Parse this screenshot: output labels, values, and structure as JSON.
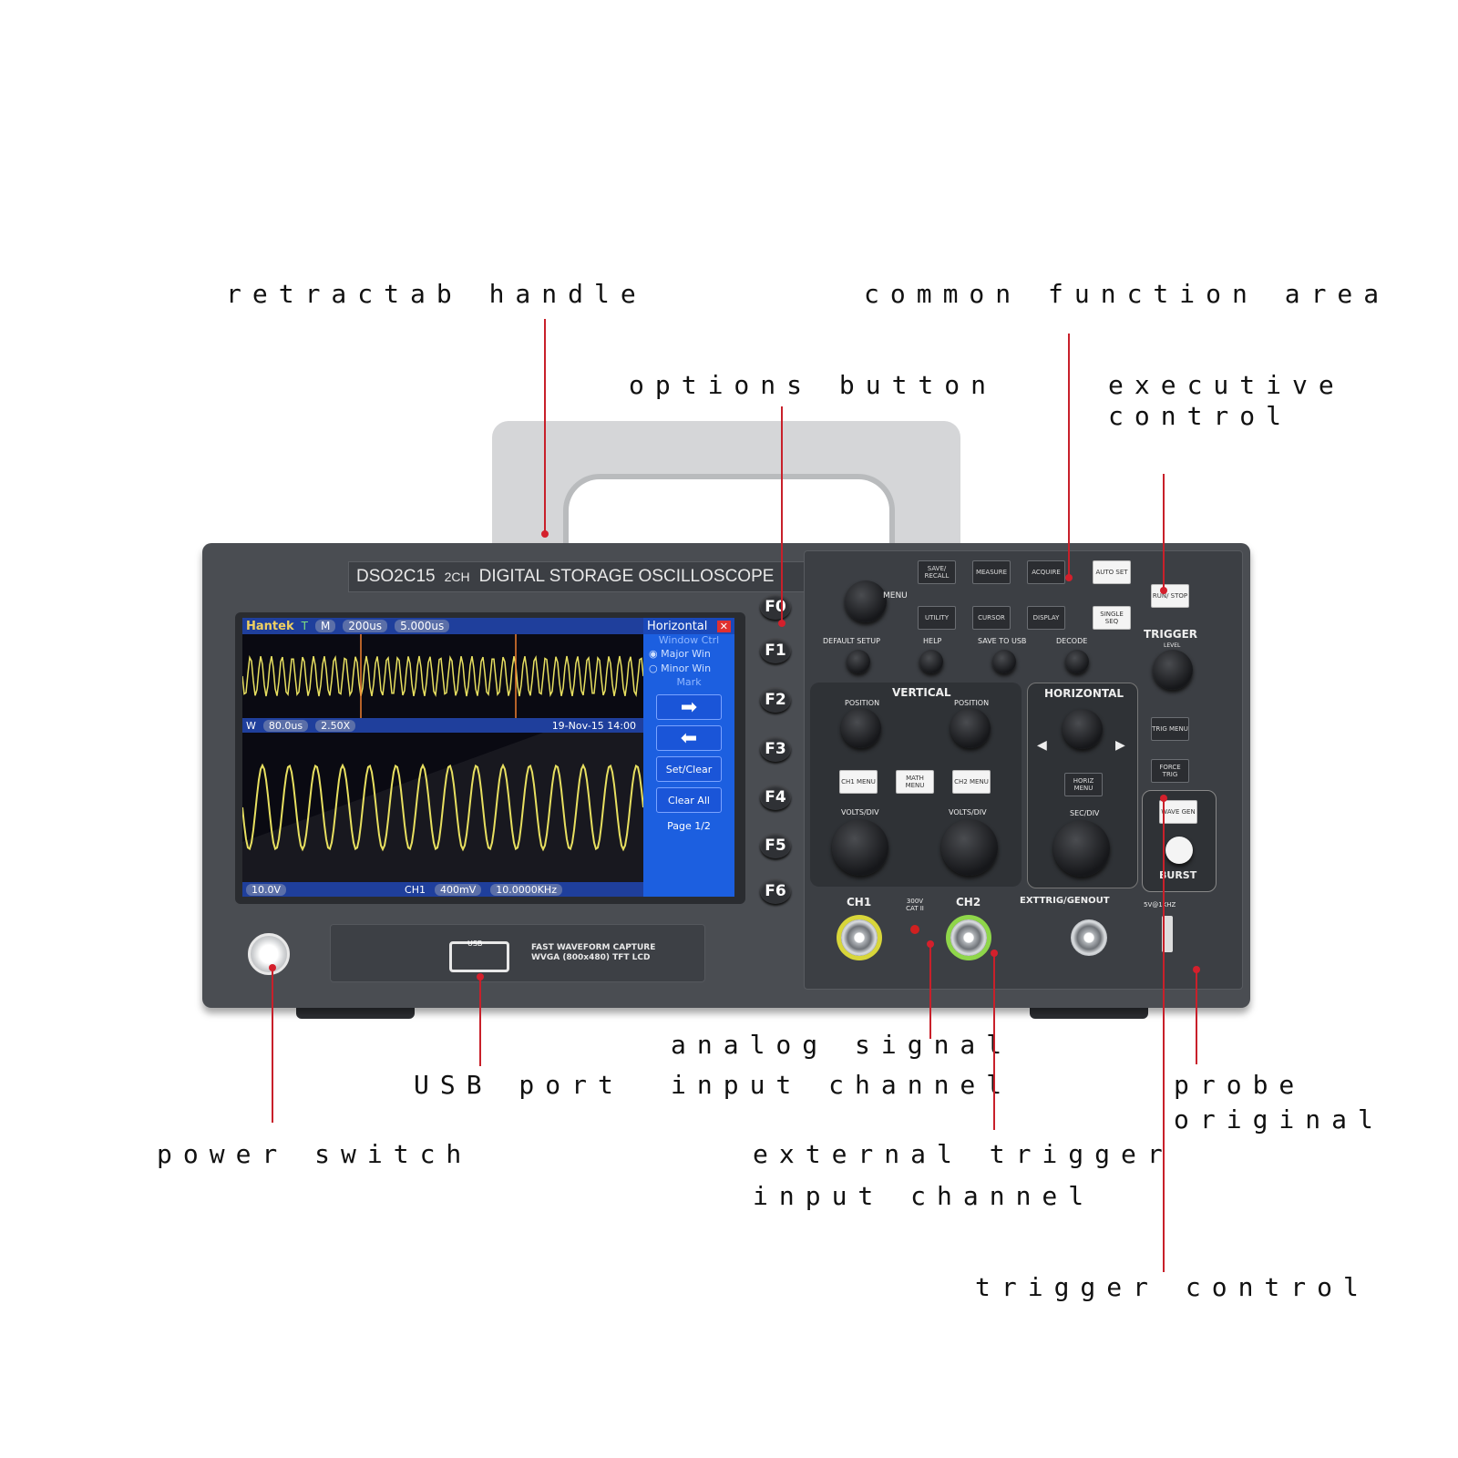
{
  "callouts": {
    "retract_handle": "retractab handle",
    "common_function_area": "common function area",
    "options_button": "options button",
    "executive_control_1": "executive",
    "executive_control_2": "control",
    "analog_1": "analog signal",
    "analog_2": "input channel",
    "usb_port": "USB port",
    "power_switch": "power switch",
    "external_1": "external trigger",
    "external_2": "input channel",
    "probe_1": "probe",
    "probe_2": "original",
    "trigger_control": "trigger control"
  },
  "device": {
    "model": "DSO2C15",
    "channels": "2CH",
    "description": "DIGITAL STORAGE OSCILLOSCOPE",
    "lower_text_1": "FAST WAVEFORM CAPTURE",
    "lower_text_2": "WVGA (800x480) TFT LCD",
    "usb_label": "USB"
  },
  "screen": {
    "brand": "Hantek",
    "trig_T": "T",
    "m_label": "M",
    "timebase": "200us",
    "trig_delay": "5.000us",
    "window_label": "W",
    "window_time": "80.0us",
    "zoom": "2.50X",
    "datetime": "19-Nov-15 14:00",
    "ch_scale": "10.0V",
    "ch1_label": "CH1",
    "trig_level": "400mV",
    "frequency": "10.0000KHz",
    "menu": {
      "title": "Horizontal",
      "window_ctrl": "Window Ctrl",
      "major_win": "Major Win",
      "minor_win": "Minor Win",
      "mark": "Mark",
      "set_clear": "Set/Clear",
      "clear_all": "Clear All",
      "page": "Page 1/2"
    }
  },
  "fkeys": [
    "F0",
    "F1",
    "F2",
    "F3",
    "F4",
    "F5",
    "F6"
  ],
  "panel": {
    "menu": "MENU",
    "save_recall": "SAVE/ RECALL",
    "measure": "MEASURE",
    "acquire": "ACQUIRE",
    "utility": "UTILITY",
    "cursor": "CURSOR",
    "display": "DISPLAY",
    "auto_set": "AUTO SET",
    "run_stop": "RUN/ STOP",
    "single_seq": "SINGLE SEQ",
    "default_setup": "DEFAULT SETUP",
    "help": "HELP",
    "save_to_usb": "SAVE TO USB",
    "decode": "DECODE",
    "vertical": "VERTICAL",
    "horizontal": "HORIZONTAL",
    "trigger": "TRIGGER",
    "level": "LEVEL",
    "position": "POSITION",
    "ch1_menu": "CH1 MENU",
    "math_menu": "MATH MENU",
    "ch2_menu": "CH2 MENU",
    "horiz_menu": "HORIZ MENU",
    "volts_div": "VOLTS/DIV",
    "sec_div": "SEC/DIV",
    "trig_menu": "TRIG MENU",
    "force_trig": "FORCE TRIG",
    "wave_gen": "WAVE GEN",
    "burst": "BURST",
    "ch1": "CH1",
    "ch2": "CH2",
    "cat": "300V CAT II",
    "exttrig": "EXTTRIG/GENOUT",
    "probe_comp": "5V@1KHZ"
  }
}
